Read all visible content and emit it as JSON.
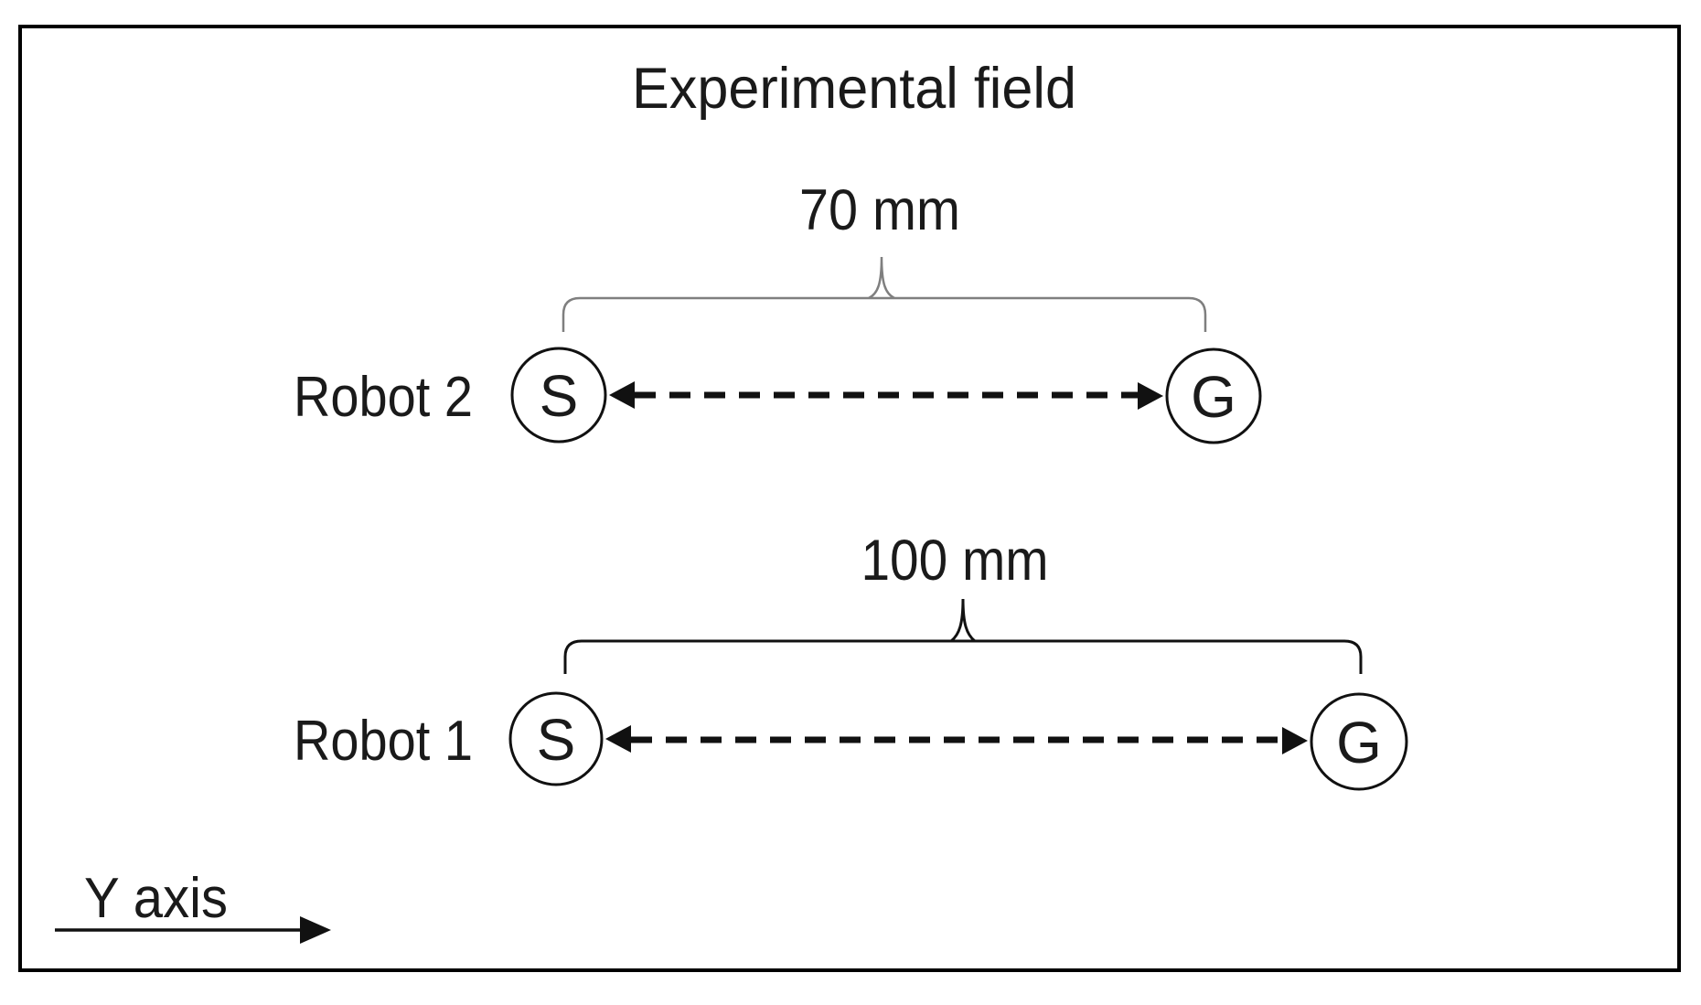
{
  "figure": {
    "title": "Experimental field",
    "axis": {
      "label": "Y axis"
    },
    "robots": [
      {
        "name": "Robot 2",
        "start_label": "S",
        "goal_label": "G",
        "distance_label": "70 mm"
      },
      {
        "name": "Robot 1",
        "start_label": "S",
        "goal_label": "G",
        "distance_label": "100 mm"
      }
    ]
  },
  "colors": {
    "ink": "#1a1a1a",
    "line_black": "#111111",
    "brace_gray": "#7f7f7f",
    "background": "#ffffff"
  }
}
